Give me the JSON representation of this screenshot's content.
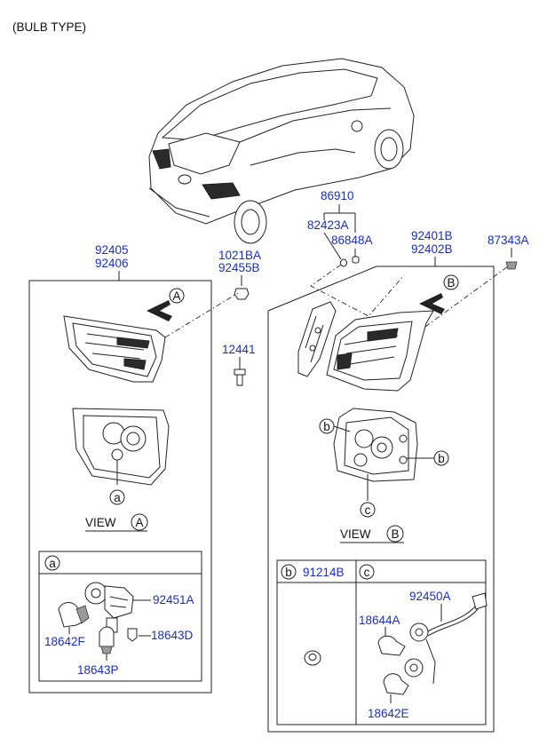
{
  "header": {
    "title": "(BULB TYPE)"
  },
  "parts": {
    "p86910": "86910",
    "p82423A": "82423A",
    "p86848A": "86848A",
    "p92405": "92405",
    "p92406": "92406",
    "p1021BA": "1021BA",
    "p92455B": "92455B",
    "p92401B": "92401B",
    "p92402B": "92402B",
    "p87343A": "87343A",
    "p12441": "12441",
    "p92451A": "92451A",
    "p18642F": "18642F",
    "p18643D": "18643D",
    "p18643P": "18643P",
    "p91214B": "91214B",
    "p92450A": "92450A",
    "p18644A": "18644A",
    "p18642E": "18642E"
  },
  "callouts": {
    "a": "a",
    "b": "b",
    "c": "c",
    "A": "A",
    "B": "B"
  },
  "views": {
    "view_word": "VIEW"
  }
}
